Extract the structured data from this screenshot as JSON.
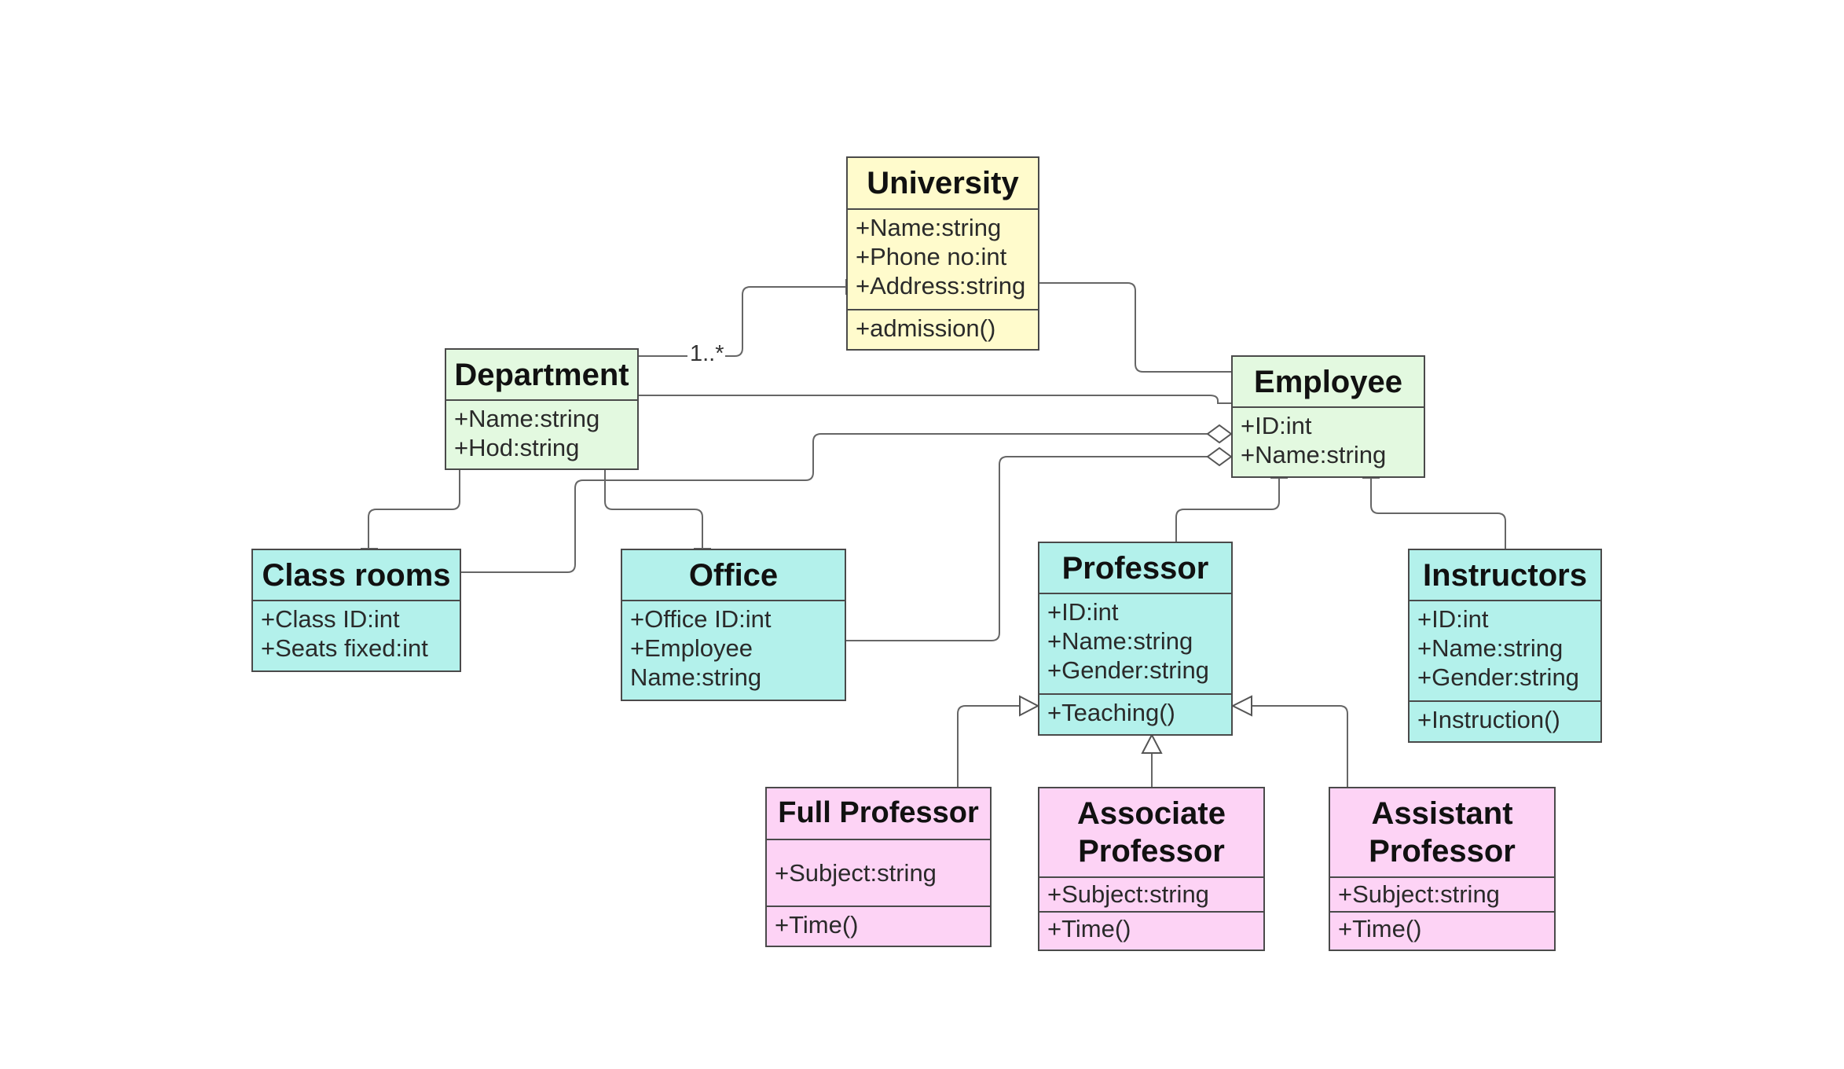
{
  "classes": {
    "university": {
      "name": "University",
      "attributes": [
        "+Name:string",
        "+Phone no:int",
        "+Address:string"
      ],
      "operations": [
        "+admission()"
      ]
    },
    "department": {
      "name": "Department",
      "attributes": [
        "+Name:string",
        "+Hod:string"
      ]
    },
    "employee": {
      "name": "Employee",
      "attributes": [
        "+ID:int",
        "+Name:string"
      ]
    },
    "classrooms": {
      "name": "Class rooms",
      "attributes": [
        "+Class ID:int",
        "+Seats fixed:int"
      ]
    },
    "office": {
      "name": "Office",
      "attributes": [
        "+Office ID:int",
        "+Employee",
        "Name:string"
      ]
    },
    "professor": {
      "name": "Professor",
      "attributes": [
        "+ID:int",
        "+Name:string",
        "+Gender:string"
      ],
      "operations": [
        "+Teaching()"
      ]
    },
    "instructors": {
      "name": "Instructors",
      "attributes": [
        "+ID:int",
        "+Name:string",
        "+Gender:string"
      ],
      "operations": [
        "+Instruction()"
      ]
    },
    "full_professor": {
      "name": "Full Professor",
      "attributes": [
        "+Subject:string"
      ],
      "operations": [
        "+Time()"
      ]
    },
    "associate_professor": {
      "name_line1": "Associate",
      "name_line2": "Professor",
      "attributes": [
        "+Subject:string"
      ],
      "operations": [
        "+Time()"
      ]
    },
    "assistant_professor": {
      "name_line1": "Assistant",
      "name_line2": "Professor",
      "attributes": [
        "+Subject:string"
      ],
      "operations": [
        "+Time()"
      ]
    }
  },
  "multiplicity": "1..*",
  "colors": {
    "university": "#fffbcc",
    "department_employee": "#e3f9e0",
    "core": "#b3f1eb",
    "subclass": "#fdd3f5",
    "line": "#666666"
  }
}
